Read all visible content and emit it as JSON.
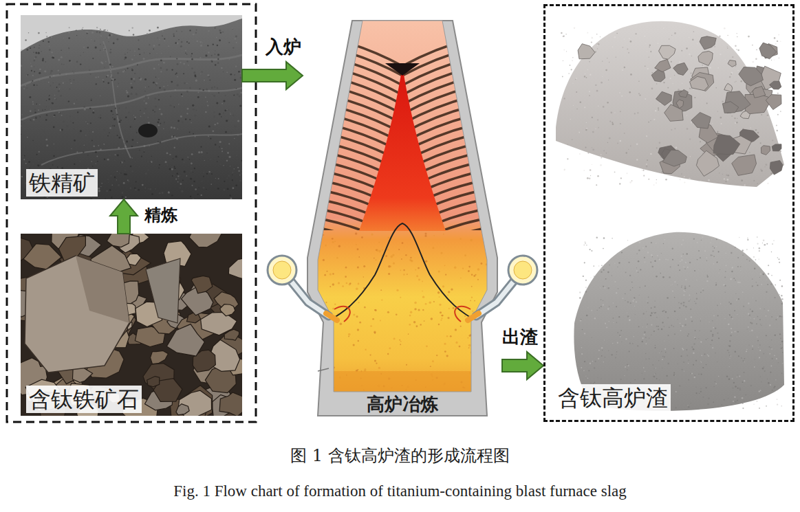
{
  "diagram": {
    "caption": "图 1 含钛高炉渣的形成流程图",
    "nodes": [
      {
        "text": [
          "铁精矿"
        ]
      },
      {
        "text": [
          "含钛铁矿石"
        ]
      },
      {
        "text": [
          "高炉冶炼"
        ]
      },
      {
        "text": [
          "含钛高炉渣"
        ]
      }
    ],
    "edges": [
      {
        "from": 1,
        "to": 0,
        "label": "精炼",
        "arrow": "to"
      },
      {
        "from": 0,
        "to": 2,
        "label": "入炉",
        "arrow": "to"
      },
      {
        "from": 2,
        "to": 3,
        "label": "出渣",
        "arrow": "to"
      }
    ],
    "labels": [
      "Fig. 1 Flow chart of formation of titanium-containing blast furnace slag"
    ]
  }
}
